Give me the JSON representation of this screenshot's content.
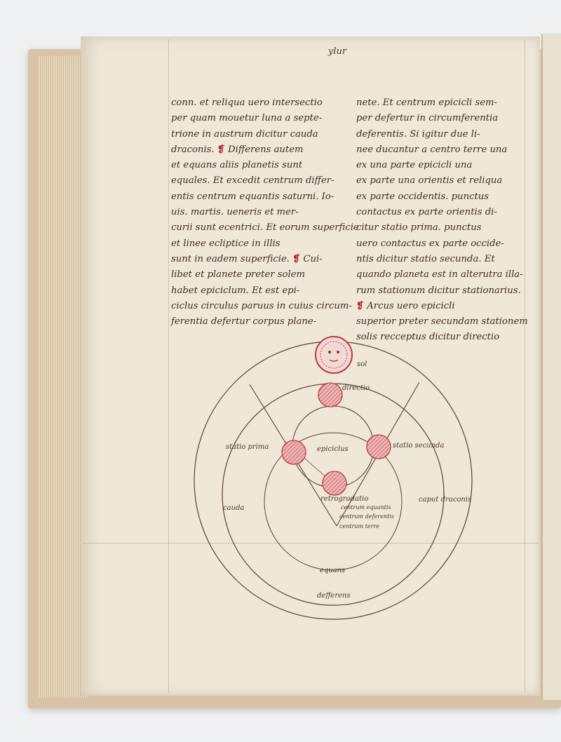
{
  "folio": "ylur",
  "left_column": [
    "conn. et reliqua uero intersectio",
    "per quam mouetur luna a septe-",
    "trione in austrum dicitur cauda",
    "draconis. ❡ Differens autem",
    "et equans aliis planetis sunt",
    "equales. Et excedit centrum differ-",
    "entis centrum equantis saturni. Io-",
    "uis. martis. ueneris et mer-",
    "curii sunt ecentrici. Et eorum superficie",
    "et linee ecliptice in illis",
    "sunt in eadem superficie. ❡ Cui-",
    "libet et planete preter solem",
    "habet epiciclum. Et est epi-",
    "ciclus circulus paruus in cuius circum-",
    "ferentia defertur corpus plane-"
  ],
  "right_column": [
    "nete. Et centrum epicicli sem-",
    "per defertur in circumferentia",
    "deferentis. Si igitur due li-",
    "nee ducantur a centro terre una",
    "ex una parte epicicli una",
    "ex parte una orientis et reliqua",
    "ex parte occidentis. punctus",
    "contactus ex parte orientis di-",
    "citur statio prima. punctus",
    "uero contactus ex parte occide-",
    "ntis dicitur statio secunda. Et",
    "quando planeta est in alterutra illa-",
    "rum stationum dicitur stationarius.",
    "❡ Arcus uero epicicli",
    "superior preter secundam stationem",
    "solis recceptus dicitur directio"
  ],
  "diagram": {
    "labels": {
      "sol": "sol",
      "directio": "directio",
      "statio_prima": "statio prima",
      "epiciclus": "epiciclus",
      "statio_secunda": "statio secunda",
      "retrogradatio": "retrogradatio",
      "centrum_equantis": "centrum equantis",
      "centrum_deferentis": "centrum deferentis",
      "centrum_terre": "centrum terre",
      "caput_draconis": "caput draconis",
      "cauda": "cauda",
      "equans": "equans",
      "defferens": "defferens"
    },
    "colors": {
      "ink": "#4b3422",
      "red": "#c0393d",
      "red_fill": "#e6a4a6"
    }
  }
}
